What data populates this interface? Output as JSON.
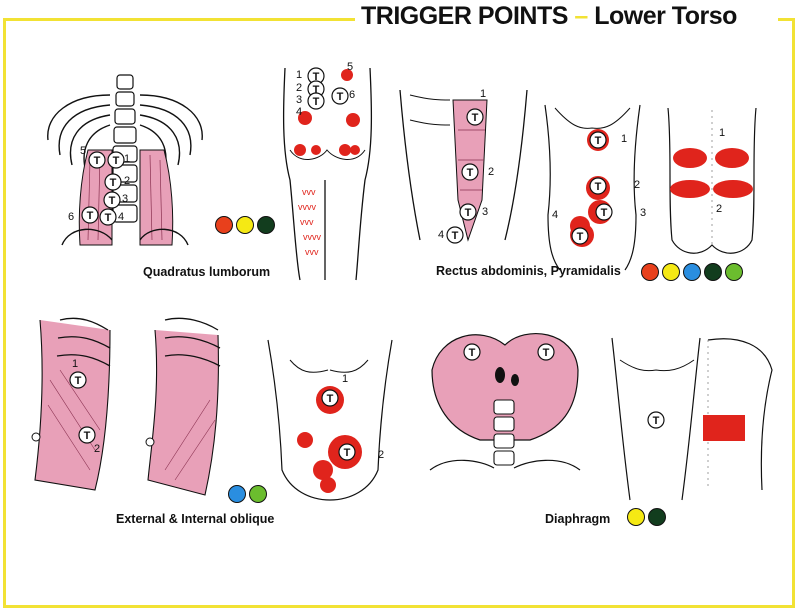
{
  "header": {
    "title_main": "TRIGGER POINTS",
    "title_dash": "–",
    "title_sub": "Lower Torso"
  },
  "panels": {
    "quadratus": {
      "caption": "Quadratus lumborum",
      "colors": [
        "#e8401c",
        "#f5e914",
        "#123d1e"
      ],
      "labels": [
        "1",
        "2",
        "3",
        "4",
        "5",
        "6"
      ]
    },
    "rectus": {
      "caption": "Rectus abdominis,  Pyramidalis",
      "colors": [
        "#e8401c",
        "#f5e914",
        "#2a8ee0",
        "#123d1e",
        "#6bbd2e"
      ],
      "labels": [
        "1",
        "2",
        "3",
        "4"
      ]
    },
    "oblique": {
      "caption": "External & Internal oblique",
      "colors": [
        "#2a8ee0",
        "#6bbd2e"
      ],
      "labels": [
        "1",
        "2"
      ]
    },
    "diaphragm": {
      "caption": "Diaphragm",
      "colors": [
        "#f5e914",
        "#123d1e"
      ]
    }
  },
  "trigger_marker": "T",
  "colors": {
    "frame": "#f2e234",
    "muscle": "#e8a0b8",
    "referred_pain": "#e0241c"
  }
}
